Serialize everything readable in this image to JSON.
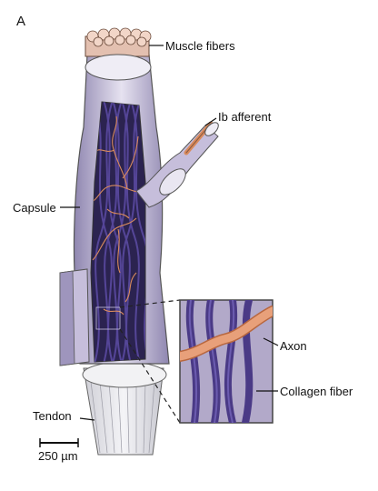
{
  "figure": {
    "panel_letter": "A",
    "labels": {
      "muscle_fibers": "Muscle fibers",
      "ib_afferent": "Ib afferent",
      "capsule": "Capsule",
      "axon": "Axon",
      "collagen_fiber": "Collagen fiber",
      "tendon": "Tendon"
    },
    "scale_bar": {
      "label": "250 µm"
    },
    "colors": {
      "capsule": "#b9b0cf",
      "capsule_dark": "#6f6690",
      "collagen": "#4a3a86",
      "interior": "#2b2350",
      "axon": "#e8a07a",
      "axon_dark": "#b8673f",
      "inset_bg": "#b2a9c9"
    }
  }
}
